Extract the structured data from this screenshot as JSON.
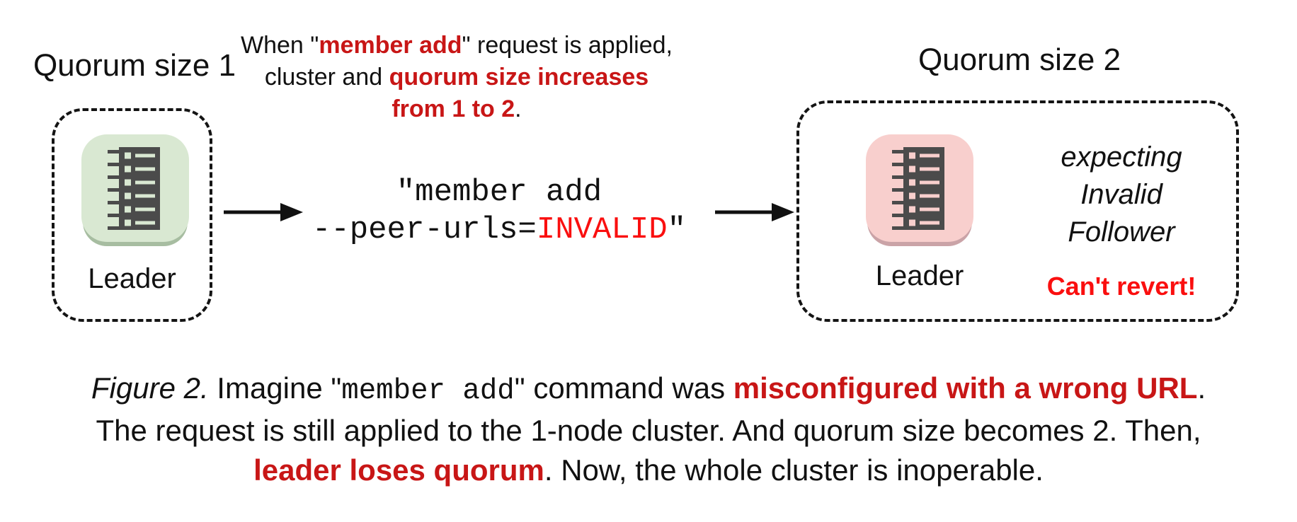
{
  "colors": {
    "red_bold": "#c81616",
    "red_bright": "#fa0f0f",
    "tile_green": "#d9e8d2",
    "tile_green_shadow": "#a7bda1",
    "tile_pink": "#f8cfcd",
    "tile_pink_shadow": "#caa3a7",
    "glyph_dark": "#4b4b4b",
    "text_black": "#111111"
  },
  "left_cluster": {
    "title": "Quorum size 1",
    "node_label": "Leader"
  },
  "right_cluster": {
    "title": "Quorum size 2",
    "node_label": "Leader",
    "expect_line1": "expecting",
    "expect_line2": "Invalid",
    "expect_line3": "Follower",
    "warning": "Can't revert!"
  },
  "note": {
    "s1": "When \"",
    "s2": "member add",
    "s3": "\" request is applied,",
    "s4": "cluster and ",
    "s5": "quorum size increases",
    "s6": "from 1 to 2",
    "s7": "."
  },
  "command": {
    "line1": "\"member add",
    "l2a": "--peer-urls=",
    "l2b": "INVALID",
    "l2c": "\""
  },
  "caption": {
    "l1a": "Figure 2.",
    "l1b": " Imagine \"",
    "l1c": "member add",
    "l1d": "\" command was ",
    "l1e": "misconfigured with a wrong URL",
    "l1f": ".",
    "l2": "The request is still applied to the 1-node cluster. And quorum size becomes 2. Then,",
    "l3a": "leader loses quorum",
    "l3b": ". Now, the whole cluster is inoperable."
  }
}
